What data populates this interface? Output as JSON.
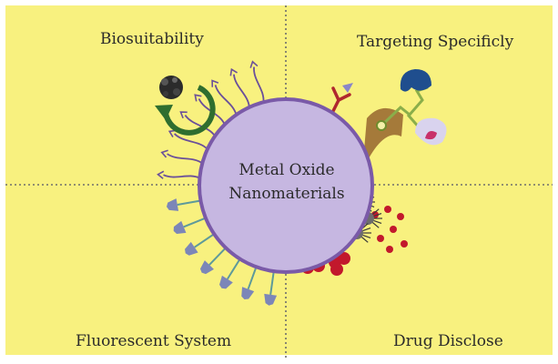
{
  "colors": {
    "background": "#f8f17f",
    "particle_fill": "#c6b7e1",
    "particle_stroke": "#7a5aa8",
    "ligand": "#6a4f9a",
    "antibody": "#b0282e",
    "dye": "#7c86b8",
    "drug": "#c2182c",
    "arrow": "#2f6e2f",
    "divider": "#6d6d6d"
  },
  "quadrants": {
    "top_left": "Biosuitability",
    "top_right": "Targeting Specificly",
    "bottom_left": "Fluorescent System",
    "bottom_right": "Drug Disclose"
  },
  "center": {
    "line1": "Metal Oxide",
    "line2": "Nanomaterials"
  }
}
